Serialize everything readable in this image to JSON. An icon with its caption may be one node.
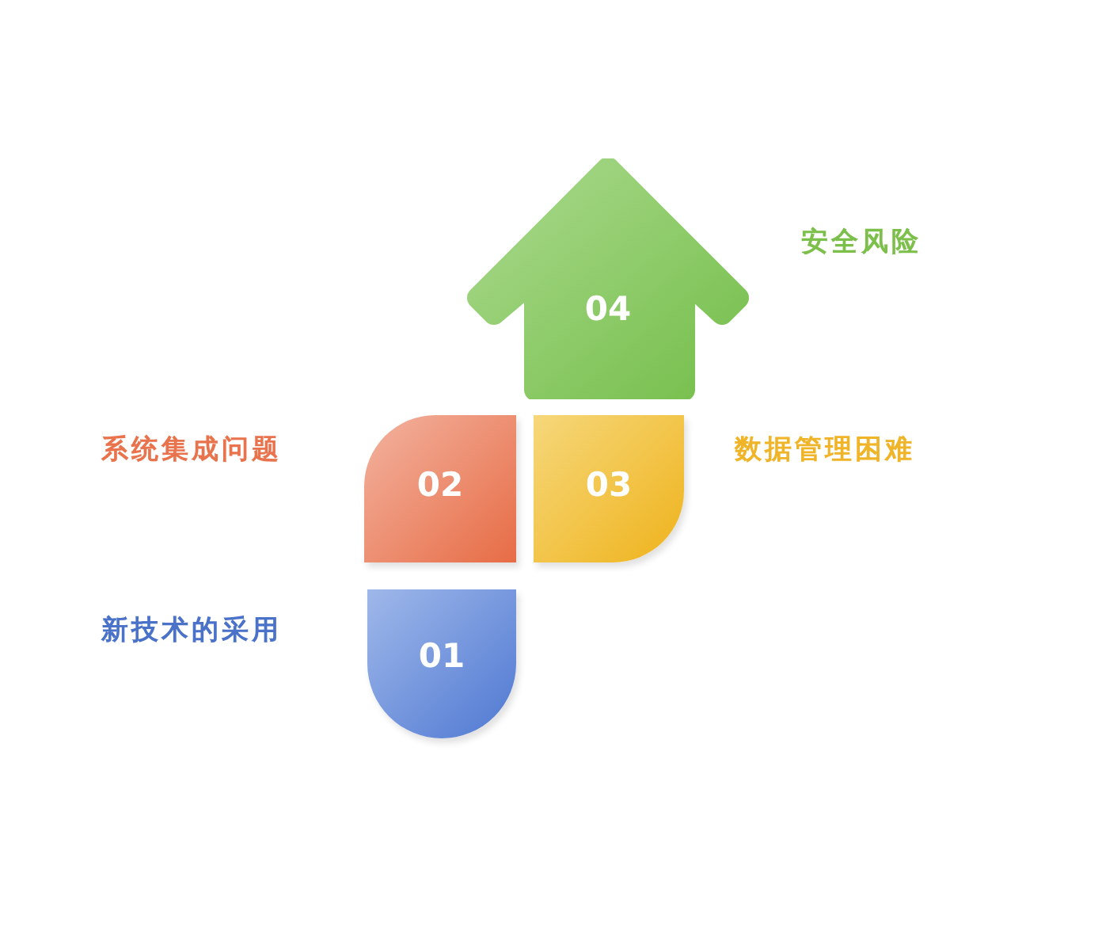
{
  "diagram": {
    "nodes": [
      {
        "text": [
          "01"
        ],
        "beside": [
          "新技术的采用"
        ]
      },
      {
        "text": [
          "02"
        ],
        "beside": [
          "系统集成问题"
        ]
      },
      {
        "text": [
          "03"
        ],
        "beside": [
          "数据管理困难"
        ]
      },
      {
        "text": [
          "04"
        ],
        "beside": [
          "安全风险"
        ]
      }
    ]
  }
}
